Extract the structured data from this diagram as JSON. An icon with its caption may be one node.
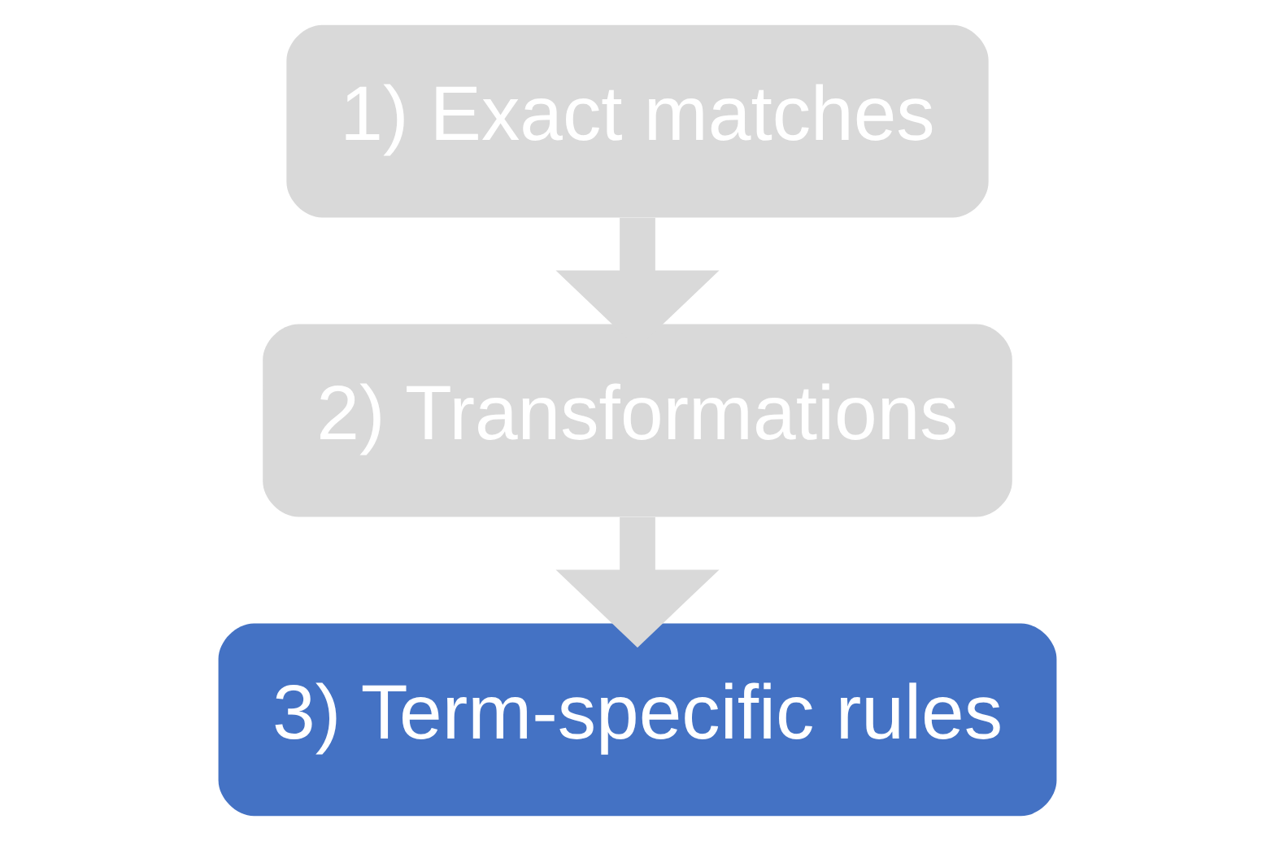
{
  "diagram": {
    "nodes": [
      {
        "text": [
          "1) Exact matches"
        ]
      },
      {
        "text": [
          "2) Transformations"
        ]
      },
      {
        "text": [
          "3) Term-specific rules"
        ]
      }
    ],
    "edges": [
      {
        "from": 0,
        "to": 1,
        "arrow": "to"
      },
      {
        "from": 1,
        "to": 2,
        "arrow": "to"
      }
    ]
  }
}
